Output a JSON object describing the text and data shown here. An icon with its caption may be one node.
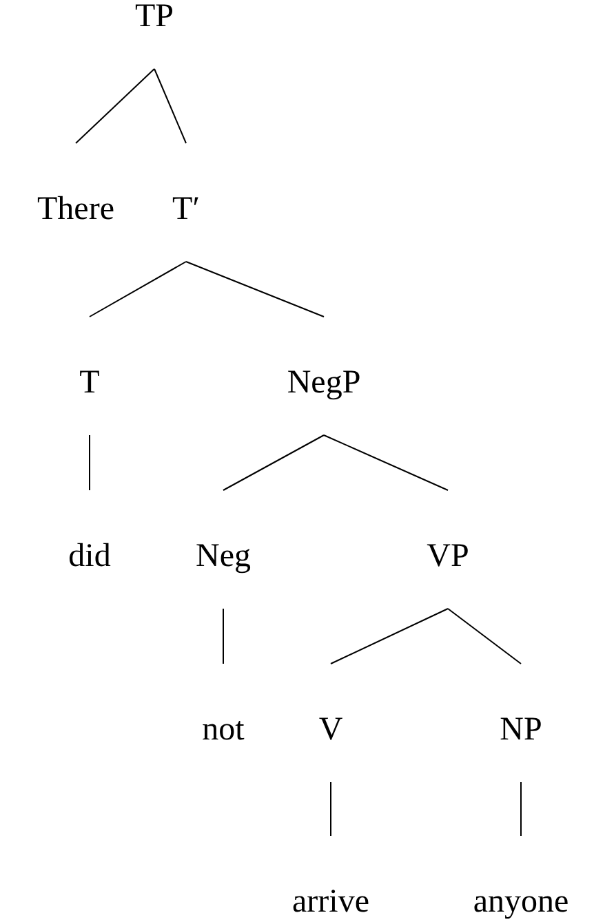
{
  "diagram": {
    "nodes": [
      {
        "text": [
          "TP"
        ]
      },
      {
        "text": [
          "There"
        ]
      },
      {
        "text": [
          "T′"
        ]
      },
      {
        "text": [
          "T"
        ]
      },
      {
        "text": [
          "NegP"
        ]
      },
      {
        "text": [
          "did"
        ]
      },
      {
        "text": [
          "Neg"
        ]
      },
      {
        "text": [
          "VP"
        ]
      },
      {
        "text": [
          "not"
        ]
      },
      {
        "text": [
          "V"
        ]
      },
      {
        "text": [
          "NP"
        ]
      },
      {
        "text": [
          "arrive"
        ]
      },
      {
        "text": [
          "anyone"
        ]
      }
    ],
    "edges": [
      {
        "from": 0,
        "to": 1,
        "arrow": "none"
      },
      {
        "from": 0,
        "to": 2,
        "arrow": "none"
      },
      {
        "from": 2,
        "to": 3,
        "arrow": "none"
      },
      {
        "from": 2,
        "to": 4,
        "arrow": "none"
      },
      {
        "from": 3,
        "to": 5,
        "arrow": "none"
      },
      {
        "from": 4,
        "to": 6,
        "arrow": "none"
      },
      {
        "from": 4,
        "to": 7,
        "arrow": "none"
      },
      {
        "from": 6,
        "to": 8,
        "arrow": "none"
      },
      {
        "from": 7,
        "to": 9,
        "arrow": "none"
      },
      {
        "from": 7,
        "to": 10,
        "arrow": "none"
      },
      {
        "from": 9,
        "to": 11,
        "arrow": "none"
      },
      {
        "from": 10,
        "to": 12,
        "arrow": "none"
      }
    ]
  }
}
